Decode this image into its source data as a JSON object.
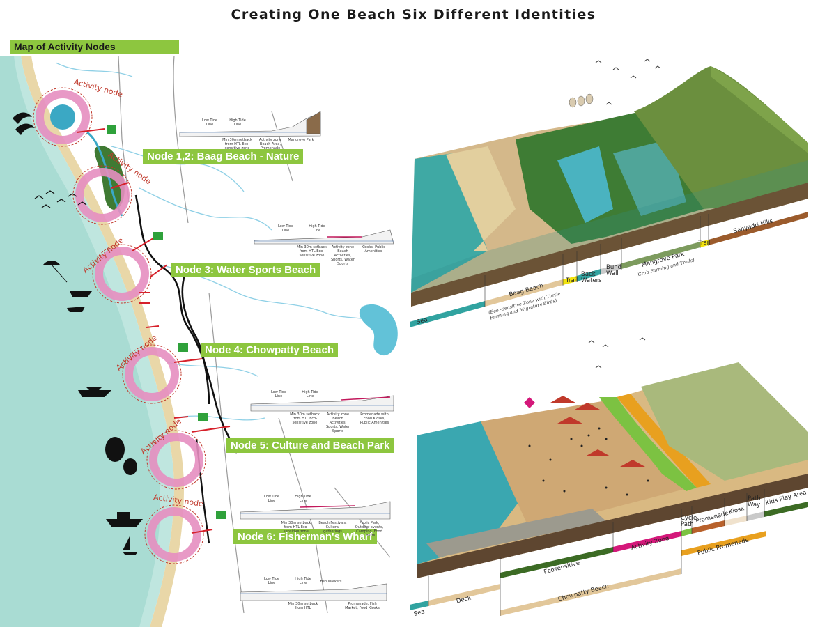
{
  "title": "Creating One Beach Six Different Identities",
  "map": {
    "title": "Map of Activity Nodes",
    "activity_node_label": "Activity node",
    "nodes": [
      {
        "label": "Node 1,2: Baag Beach - Nature"
      },
      {
        "label": "Node 3: Water Sports Beach"
      },
      {
        "label": "Node 4: Chowpatty Beach"
      },
      {
        "label": "Node 5: Culture and Beach Park"
      },
      {
        "label": "Node 6: Fisherman's Wharf"
      }
    ]
  },
  "sections": {
    "s1": {
      "low_tide": "Low Tide Line",
      "high_tide": "High Tide Line",
      "a": "Min 30m setback from HTL Eco-sensitive zone",
      "b": "Activity zone Beach Area, Promenade",
      "c": "Mangrove Park"
    },
    "s2": {
      "low_tide": "Low Tide Line",
      "high_tide": "High Tide Line",
      "a": "Min 30m setback from HTL Eco-sensitive zone",
      "b": "Activity zone Beach Activities, Sports, Water Sports",
      "c": "Kiosks, Public Amenities"
    },
    "s3": {
      "low_tide": "Low Tide Line",
      "high_tide": "High Tide Line",
      "a": "Min 30m setback from HTL Eco-sensitive zone",
      "b": "Activity zone Beach Activities, Sports, Water Sports",
      "c": "Promenade with Food Kiosks, Public Amenities"
    },
    "s4": {
      "low_tide": "Low Tide Line",
      "high_tide": "High Tide Line",
      "a": "Min 30m setback from HTL Eco-sensitive zone",
      "b": "Beach Festivals, Cultural gatherings",
      "c": "Public Park, Outdoor events, Camping, Food Courts"
    },
    "s5": {
      "low_tide": "Low Tide Line",
      "high_tide": "High Tide Line",
      "a": "Fish Markets",
      "b": "Min 30m setback from HTL",
      "c": "Promenade, Fish Market, Food Kiosks"
    }
  },
  "iso_top": {
    "zones": {
      "sea": "Sea",
      "baag_beach": "Baag Beach",
      "baag_beach_sub": "(Eco -Sensitive Zone with Turtle Farming and Migratory Birds)",
      "trail1": "Trail",
      "back_waters": "Back Waters",
      "bund_wall": "Bund Wall",
      "mangrove_park": "Mangrove Park",
      "mangrove_park_sub": "(Crab Farming and Trails)",
      "trail2": "Trail",
      "sahyadri_hills": "Sahyadri Hills"
    }
  },
  "iso_bottom": {
    "zones": {
      "sea": "Sea",
      "deck": "Deck",
      "ecosensitive": "Ecosensitive",
      "activity_zone": "Activity Zone",
      "cycle_path": "Cycle Path",
      "promenade": "Promenade",
      "kiosk": "Kiosk",
      "path_way": "Path Way",
      "kids_play_area": "Kids Play Area",
      "public_promenade": "Public Promenade",
      "chowpatty_beach": "Chowpatty Beach"
    }
  },
  "colors": {
    "label_green": "#8dc63f",
    "sea": "#bfe6df",
    "node_ring": "#e58ec0",
    "node_dash": "#c0392b",
    "road": "#111111",
    "teal_bar": "#31a3a0",
    "sand_bar": "#e2c79a",
    "yellow_bar": "#f1e20e",
    "olive_bar": "#7d9b5e",
    "brown_bar": "#9b5b2c",
    "magenta_bar": "#d4187a",
    "orange_bar": "#e8a01f",
    "darkgreen_bar": "#3c6b24"
  }
}
